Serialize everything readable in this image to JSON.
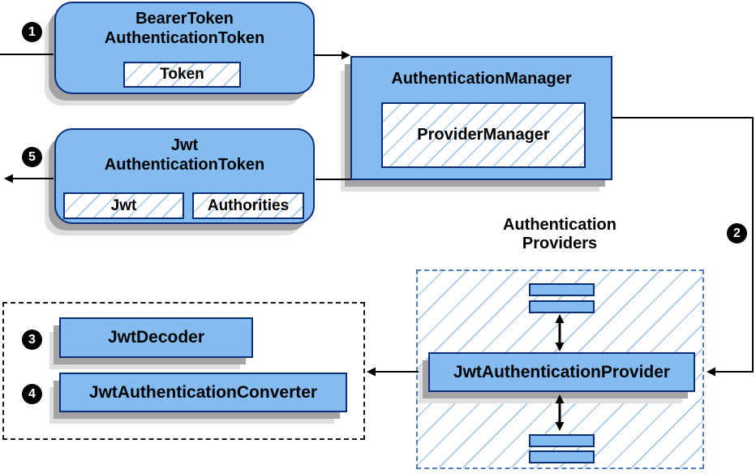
{
  "colors": {
    "node_fill": "#84bbf0",
    "node_border": "#0a2e78",
    "hatch_line": "#a6c9ec",
    "providers_border": "#4e7dc0",
    "shadow_dark": "#a4a4a4",
    "shadow_light": "#e0e0e0",
    "connector": "#000000"
  },
  "nodes": {
    "bearer_token": {
      "line1": "BearerToken",
      "line2": "AuthenticationToken",
      "field": "Token"
    },
    "authentication_manager": {
      "label": "AuthenticationManager",
      "field": "ProviderManager"
    },
    "jwt_authentication_token": {
      "line1": "Jwt",
      "line2": "AuthenticationToken",
      "field_jwt": "Jwt",
      "field_authorities": "Authorities"
    },
    "providers_group": {
      "line1": "Authentication",
      "line2": "Providers"
    },
    "jwt_authentication_provider": {
      "label": "JwtAuthenticationProvider"
    },
    "jwt_decoder": {
      "label": "JwtDecoder"
    },
    "jwt_authentication_converter": {
      "label": "JwtAuthenticationConverter"
    }
  },
  "steps": [
    {
      "n": "1"
    },
    {
      "n": "2"
    },
    {
      "n": "3"
    },
    {
      "n": "4"
    },
    {
      "n": "5"
    }
  ]
}
